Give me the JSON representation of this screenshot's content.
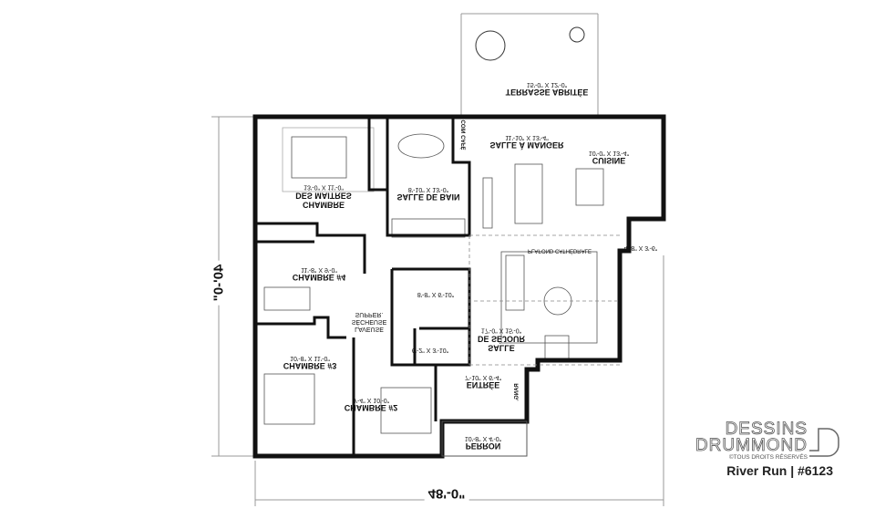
{
  "plan": {
    "rooms": {
      "terrace": {
        "name": "TERRASSE ABRITÉE",
        "dims": "15'-0\" X 12'-0\""
      },
      "master": {
        "name1": "CHAMBRE",
        "name2": "DES MAITRES",
        "dims": "13'-0\" X 11'-0\""
      },
      "bath": {
        "name": "SALLE DE BAIN",
        "dims": "8'-10\" X 13'-0\""
      },
      "dining": {
        "name": "SALLE À MANGER",
        "dims": "11'-10\" X 13'-4\""
      },
      "kitchen": {
        "name": "CUISINE",
        "dims": "10'-0\" X 13'-4\""
      },
      "pantry": {
        "dims": "4'-8\" X 3'-6\""
      },
      "ceiling": {
        "name": "PLAFOND CATHÉDRALE"
      },
      "coffee": {
        "name": "COIN CAFÉ"
      },
      "bed4": {
        "name": "CHAMBRE #4",
        "dims": "11'-8\" X 9'-0\""
      },
      "bath2": {
        "dims": "8'-8\" X 6'-10\""
      },
      "laundry": {
        "line1": "LAVEUSE",
        "line2": "SÉCHEUSE",
        "line3": "SUPPER."
      },
      "living": {
        "name1": "SALLE",
        "name2": "DE SÉJOUR",
        "dims": "17'-0\" X 15'-0\""
      },
      "wc": {
        "dims": "6'-2\" X 3'-10\""
      },
      "bed3": {
        "name": "CHAMBRE #3",
        "dims": "10'-8\" X 11'-0\""
      },
      "entry": {
        "name": "ENTRÉE",
        "dims": "7'-10\" X 6'-4\""
      },
      "storage": {
        "name": "RANG."
      },
      "bed2": {
        "name": "CHAMBRE #2",
        "dims": "9'-4\" X 10'-0\""
      },
      "porch": {
        "name": "PERRON",
        "dims": "10'-8\" X 4'-0\""
      }
    },
    "overall_depth": "40'-0\"",
    "overall_width": "48'-0\""
  },
  "logo": {
    "line1": "DESSINS",
    "line2": "DRUMMOND",
    "copyright": "©TOUS DROITS RÉSERVÉS",
    "plan_name": "River Run | #6123"
  }
}
